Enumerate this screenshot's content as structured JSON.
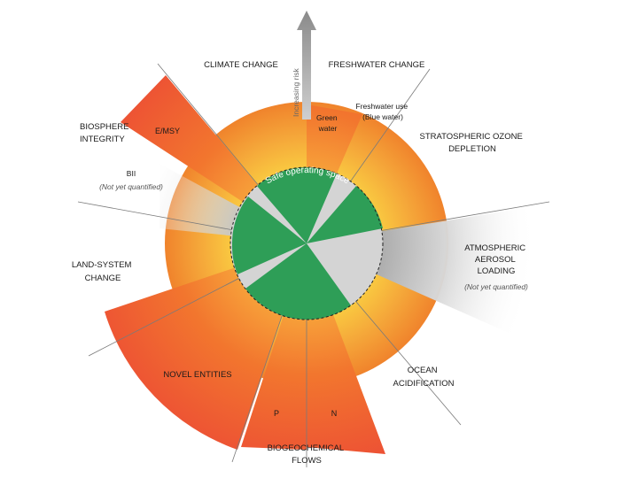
{
  "arrow": {
    "label": "Increasing risk"
  },
  "safe_space": {
    "label": "Safe operating space"
  },
  "boundaries": {
    "climate_change": "CLIMATE CHANGE",
    "freshwater_change": "FRESHWATER CHANGE",
    "stratospheric_ozone": [
      "STRATOSPHERIC OZONE",
      "DEPLETION"
    ],
    "aerosol": [
      "ATMOSPHERIC",
      "AEROSOL",
      "LOADING"
    ],
    "aerosol_note": "(Not yet quantified)",
    "ocean_acidification": [
      "OCEAN",
      "ACIDIFICATION"
    ],
    "biogeochemical_flows": [
      "BIOGEOCHEMICAL",
      "FLOWS"
    ],
    "land_system": [
      "LAND-SYSTEM",
      "CHANGE"
    ],
    "biosphere_integrity": [
      "BIOSPHERE",
      "INTEGRITY"
    ],
    "bii": "BII",
    "bii_note": "(Not yet quantified)"
  },
  "segments": {
    "green_water": [
      "Green",
      "water"
    ],
    "blue_water": [
      "Freshwater use",
      "(Blue water)"
    ],
    "emsy": "E/MSY",
    "novel_entities": "NOVEL ENTITIES",
    "phosphorus": "P",
    "nitrogen": "N"
  },
  "colors": {
    "safe_green": "#2e9e57",
    "zone_yellow": "#f5b23a",
    "zone_orange": "#f08a2c",
    "high_risk_red": "#ef4b35",
    "not_quantified_gray": "#bdbdbd",
    "axis_gray": "#9a9a9a"
  }
}
